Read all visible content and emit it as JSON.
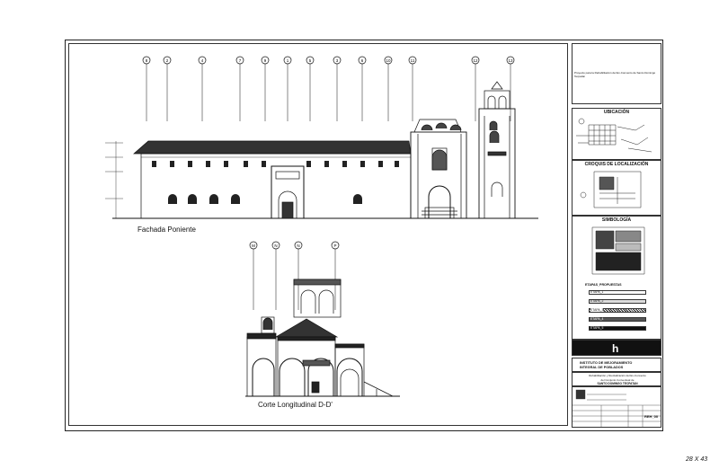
{
  "drawings": {
    "west_facade_label": "Fachada Poniente",
    "section_label": "Corte Longitudinal D-D'",
    "facade_axes": [
      "8",
      "2",
      "4",
      "7",
      "9",
      "1",
      "5",
      "3",
      "6",
      "10",
      "11",
      "12",
      "13"
    ],
    "section_axes": [
      "M",
      "N",
      "N",
      "P"
    ]
  },
  "title_block": {
    "top_note": "Proyecto para la Rehabilitación del Ex-Convento de Santo Domingo Tecpatán",
    "location_title": "UBICACIÓN",
    "croquis_title": "CROQUIS DE LOCALIZACIÓN",
    "symbology_title": "SIMBOLOGÍA",
    "stages_title": "ETAPAS_PROPUESTAS",
    "stages": [
      "ETAPA_1",
      "ETAPA_2",
      "ETAPA_3",
      "ETAPA_4",
      "ETAPA_5"
    ],
    "institute_line1": "INSTITUTO DE MEJORAMIENTO",
    "institute_line2": "INTEGRAL DE POBLADOS",
    "project_line1": "Rehabilitación y Revitalización del Ex-Convento",
    "project_line2": "del Conjunto Conventual de",
    "project_line3": "SANTO DOMINGO TECPATAN",
    "sheet_code": "REH_00"
  },
  "page_number": "28 X 43"
}
